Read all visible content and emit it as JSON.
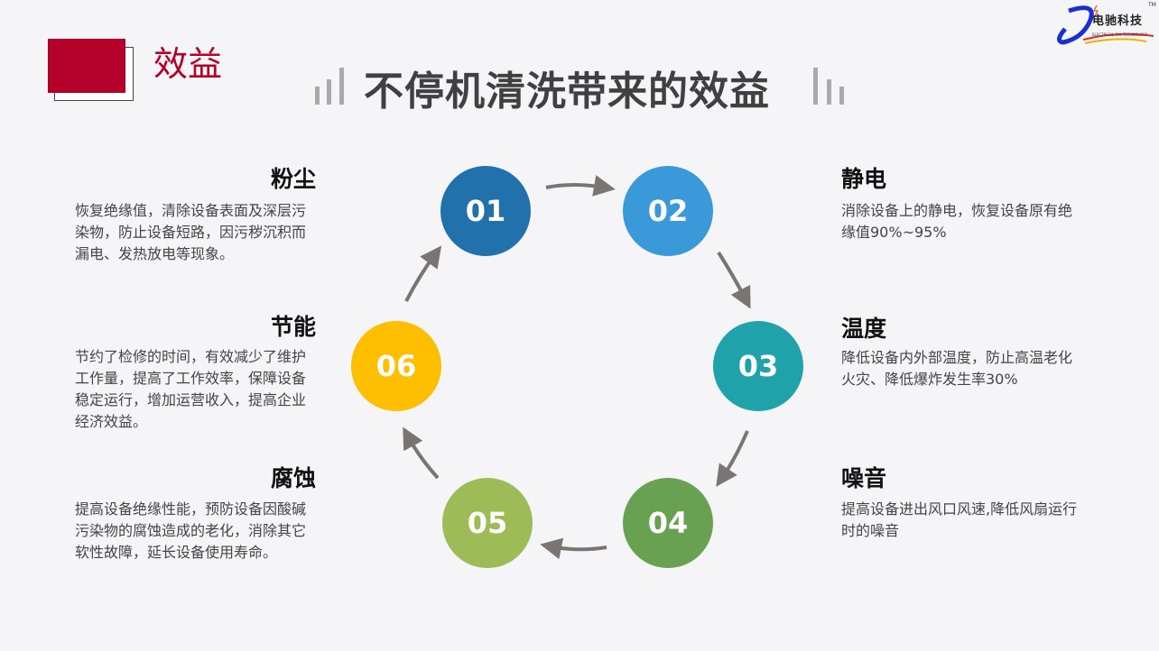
{
  "logo": {
    "name": "电驰科技",
    "subtitle": "ELECTRICAL CHI TECHNOLOGY",
    "tm": "TM"
  },
  "section": "效益",
  "title": "不停机清洗带来的效益",
  "colors": {
    "accent": "#b5002a",
    "c01": "#2171ad",
    "c02": "#3a9ad9",
    "c03": "#1fa2a9",
    "c04": "#69a153",
    "c05": "#9dbb56",
    "c06": "#fdbf00",
    "arrow": "#7a7573"
  },
  "steps": [
    {
      "num": "01",
      "head": "粉尘",
      "desc": "恢复绝缘值，清除设备表面及深层污染物，防止设备短路，因污秽沉积而漏电、发热放电等现象。"
    },
    {
      "num": "02",
      "head": "静电",
      "desc": "消除设备上的静电，恢复设备原有绝缘值90%~95%"
    },
    {
      "num": "03",
      "head": "温度",
      "desc": "降低设备内外部温度，防止高温老化火灾、降低爆炸发生率30%"
    },
    {
      "num": "04",
      "head": "噪音",
      "desc": "提高设备进出风口风速,降低风扇运行时的噪音"
    },
    {
      "num": "05",
      "head": "腐蚀",
      "desc": "提高设备绝缘性能，预防设备因酸碱污染物的腐蚀造成的老化，消除其它软性故障，延长设备使用寿命。"
    },
    {
      "num": "06",
      "head": "节能",
      "desc": "节约了检修的时间，有效减少了维护工作量，提高了工作效率，保障设备稳定运行，增加运营收入，提高企业经济效益。"
    }
  ]
}
